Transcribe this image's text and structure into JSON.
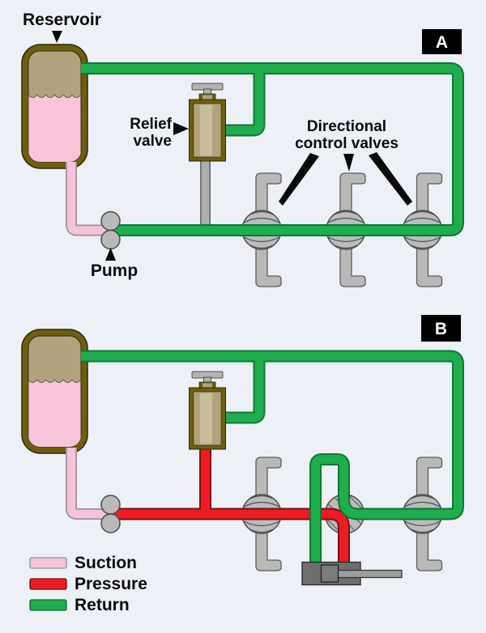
{
  "panel_a": {
    "badge": "A",
    "labels": {
      "reservoir": "Reservoir",
      "relief_line1": "Relief",
      "relief_line2": "valve",
      "pump": "Pump",
      "directional_line1": "Directional",
      "directional_line2": "control valves"
    }
  },
  "panel_b": {
    "badge": "B"
  },
  "legend": {
    "items": [
      {
        "label": "Suction",
        "color": "#F7C3DA",
        "border": "#8F8F8F"
      },
      {
        "label": "Pressure",
        "color": "#EC1C24",
        "border": "#6D0D10"
      },
      {
        "label": "Return",
        "color": "#1FAD4D",
        "border": "#0A6B2E"
      }
    ]
  },
  "colors": {
    "background": "#EDF1F7",
    "suction_fill": "#F7C3DA",
    "suction_border": "#9A9096",
    "pressure_fill": "#EC1C24",
    "pressure_border": "#7C1116",
    "return_fill": "#1FAD4D",
    "return_border": "#0A7A33",
    "component_gray": "#B9B9B9",
    "pipe_gray": "#AEAEAE",
    "tank_tan": "#B2A37E",
    "tank_olive": "#6E5E11",
    "badge_black": "#000000"
  }
}
